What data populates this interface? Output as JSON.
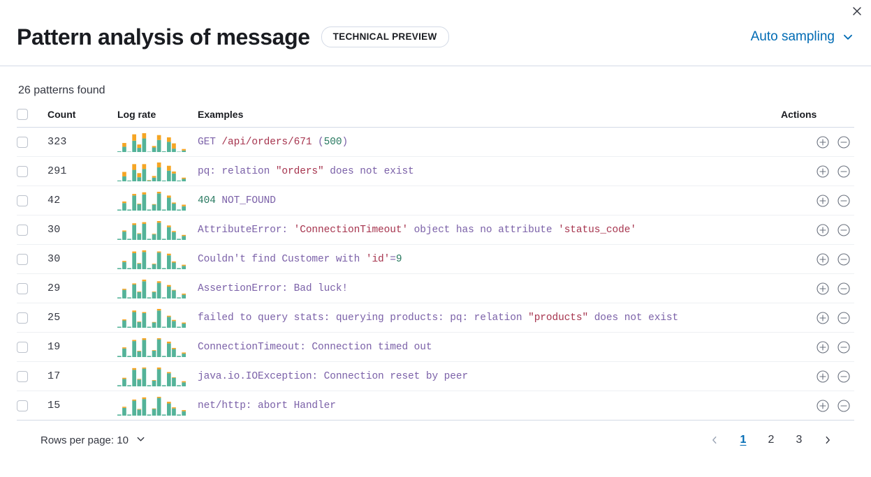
{
  "header": {
    "title": "Pattern analysis of message",
    "badge": "TECHNICAL PREVIEW",
    "sampling_label": "Auto sampling",
    "sampling_icon": "chevron-down-icon",
    "close_icon": "close-icon"
  },
  "colors": {
    "accent_link": "#006bb4",
    "bar_primary": "#54b399",
    "bar_secondary": "#f5a524",
    "token_base": "#7b61a8",
    "token_string": "#a6344e",
    "token_number": "#27785f",
    "border": "#d3dae6"
  },
  "main": {
    "summary": "26 patterns found",
    "columns": {
      "select": "",
      "count": "Count",
      "log_rate": "Log rate",
      "examples": "Examples",
      "actions": "Actions"
    },
    "row_actions": {
      "add_label": "plus-in-circle-icon",
      "remove_label": "minus-in-circle-icon"
    },
    "rows": [
      {
        "count": "323",
        "example_parts": [
          {
            "t": "GET ",
            "c": "base"
          },
          {
            "t": "/api/orders/671",
            "c": "str"
          },
          {
            "t": " (",
            "c": "base"
          },
          {
            "t": "500",
            "c": "num"
          },
          {
            "t": ")",
            "c": "base"
          }
        ],
        "spark": {
          "teal": [
            2,
            14,
            1,
            30,
            11,
            36,
            1,
            12,
            32,
            2,
            27,
            9,
            1,
            4
          ],
          "orange": [
            0,
            10,
            0,
            17,
            9,
            14,
            0,
            4,
            13,
            0,
            12,
            14,
            0,
            4
          ]
        }
      },
      {
        "count": "291",
        "example_parts": [
          {
            "t": "pq: relation ",
            "c": "base"
          },
          {
            "t": "\"orders\"",
            "c": "str"
          },
          {
            "t": " does not exist",
            "c": "base"
          }
        ],
        "spark": {
          "teal": [
            2,
            12,
            2,
            28,
            10,
            30,
            2,
            9,
            34,
            2,
            26,
            19,
            2,
            6
          ],
          "orange": [
            0,
            11,
            0,
            14,
            10,
            12,
            1,
            4,
            12,
            0,
            12,
            5,
            0,
            3
          ]
        }
      },
      {
        "count": "42",
        "example_parts": [
          {
            "t": "404",
            "c": "num"
          },
          {
            "t": " NOT_FOUND",
            "c": "base"
          }
        ],
        "spark": {
          "teal": [
            2,
            14,
            2,
            28,
            12,
            30,
            2,
            11,
            32,
            2,
            24,
            13,
            2,
            8
          ],
          "orange": [
            0,
            3,
            0,
            3,
            1,
            4,
            0,
            1,
            3,
            0,
            4,
            2,
            0,
            3
          ]
        }
      },
      {
        "count": "30",
        "example_parts": [
          {
            "t": "AttributeError: ",
            "c": "base"
          },
          {
            "t": "'ConnectionTimeout'",
            "c": "str"
          },
          {
            "t": " object has no attribute ",
            "c": "base"
          },
          {
            "t": "'status_code'",
            "c": "str"
          }
        ],
        "spark": {
          "teal": [
            2,
            15,
            2,
            27,
            11,
            29,
            2,
            10,
            31,
            2,
            23,
            14,
            2,
            7
          ],
          "orange": [
            0,
            2,
            0,
            3,
            1,
            3,
            0,
            1,
            3,
            0,
            3,
            2,
            0,
            2
          ]
        }
      },
      {
        "count": "30",
        "example_parts": [
          {
            "t": "Couldn't find Customer with ",
            "c": "base"
          },
          {
            "t": "'id'",
            "c": "str"
          },
          {
            "t": "=",
            "c": "base"
          },
          {
            "t": "9",
            "c": "num"
          }
        ],
        "spark": {
          "teal": [
            2,
            13,
            2,
            29,
            10,
            31,
            2,
            9,
            30,
            2,
            25,
            12,
            2,
            6
          ],
          "orange": [
            0,
            2,
            0,
            3,
            1,
            3,
            0,
            1,
            2,
            0,
            3,
            2,
            0,
            2
          ]
        }
      },
      {
        "count": "29",
        "example_parts": [
          {
            "t": "AssertionError: Bad luck!",
            "c": "base"
          }
        ],
        "spark": {
          "teal": [
            2,
            16,
            2,
            26,
            12,
            32,
            2,
            12,
            29,
            2,
            22,
            15,
            2,
            7
          ],
          "orange": [
            0,
            2,
            0,
            2,
            1,
            3,
            0,
            1,
            3,
            0,
            3,
            1,
            0,
            2
          ]
        }
      },
      {
        "count": "25",
        "example_parts": [
          {
            "t": "failed to query stats: querying products: pq: relation ",
            "c": "base"
          },
          {
            "t": "\"products\"",
            "c": "str"
          },
          {
            "t": " does not exist",
            "c": "base"
          }
        ],
        "spark": {
          "teal": [
            2,
            14,
            2,
            30,
            11,
            28,
            2,
            10,
            33,
            2,
            21,
            13,
            2,
            8
          ],
          "orange": [
            0,
            2,
            0,
            3,
            1,
            2,
            0,
            1,
            3,
            0,
            2,
            2,
            0,
            2
          ]
        }
      },
      {
        "count": "19",
        "example_parts": [
          {
            "t": "ConnectionTimeout: Connection timed out",
            "c": "base"
          }
        ],
        "spark": {
          "teal": [
            2,
            15,
            2,
            28,
            10,
            30,
            2,
            11,
            31,
            2,
            24,
            14,
            2,
            6
          ],
          "orange": [
            0,
            2,
            0,
            2,
            1,
            3,
            0,
            1,
            2,
            0,
            3,
            2,
            0,
            2
          ]
        }
      },
      {
        "count": "17",
        "example_parts": [
          {
            "t": "java.io.IOException: Connection reset by peer",
            "c": "base"
          }
        ],
        "spark": {
          "teal": [
            2,
            13,
            2,
            29,
            12,
            31,
            2,
            10,
            30,
            2,
            23,
            15,
            2,
            7
          ],
          "orange": [
            0,
            2,
            0,
            3,
            1,
            2,
            0,
            1,
            3,
            0,
            2,
            1,
            0,
            2
          ]
        }
      },
      {
        "count": "15",
        "example_parts": [
          {
            "t": "net/http: abort Handler",
            "c": "base"
          }
        ],
        "spark": {
          "teal": [
            2,
            14,
            2,
            27,
            11,
            30,
            2,
            12,
            32,
            2,
            22,
            13,
            2,
            8
          ],
          "orange": [
            0,
            2,
            0,
            2,
            1,
            3,
            0,
            1,
            2,
            0,
            3,
            2,
            0,
            2
          ]
        }
      }
    ]
  },
  "footer": {
    "rows_per_page_label": "Rows per page: 10",
    "rows_per_page_icon": "chevron-down-icon",
    "prev_icon": "chevron-left-icon",
    "next_icon": "chevron-right-icon",
    "pages": [
      "1",
      "2",
      "3"
    ],
    "active_page": "1"
  }
}
